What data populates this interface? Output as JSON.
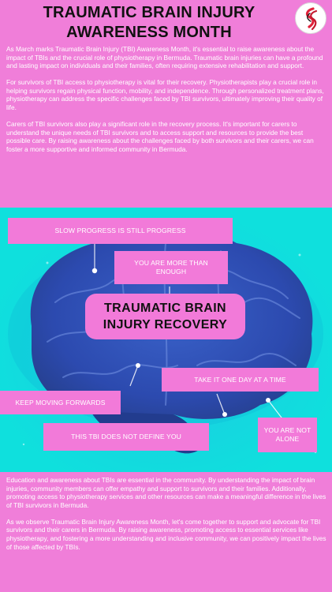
{
  "header": {
    "title_line1": "TRAUMATIC BRAIN INJURY",
    "title_line2": "AWARENESS MONTH",
    "logo_icon": "ribbon-logo-icon"
  },
  "intro": {
    "p1": "As March marks Traumatic Brain Injury (TBI) Awareness Month, it's essential to raise awareness about the impact of TBIs and the crucial role of physiotherapy in Bermuda. Traumatic brain injuries can have a profound and lasting impact on individuals and their families, often requiring extensive rehabilitation and support.",
    "p2": "For survivors of TBI access to physiotherapy is vital for their recovery. Physiotherapists play a crucial role in helping survivors regain physical function, mobility, and independence. Through personalized treatment plans, physiotherapy can address the specific challenges faced by TBI survivors, ultimately improving their quality of life.",
    "p3": "Carers of TBI survivors also play a significant role in the recovery process. It's important for carers to understand the unique needs of TBI survivors and to access support and resources to provide the best possible care. By raising awareness about the challenges faced by both survivors and their carers, we can foster a more supportive and informed community in Bermuda."
  },
  "hero": {
    "center_line1": "TRAUMATIC BRAIN",
    "center_line2": "INJURY RECOVERY",
    "chips": {
      "slow_progress": "SLOW PROGRESS IS STILL PROGRESS",
      "more_than_enough_1": "YOU ARE MORE THAN",
      "more_than_enough_2": "ENOUGH",
      "one_day": "TAKE IT ONE DAY AT A TIME",
      "keep_moving": "KEEP MOVING FORWARDS",
      "not_define": "THIS TBI DOES NOT DEFINE YOU",
      "not_alone_1": "YOU ARE NOT",
      "not_alone_2": "ALONE"
    }
  },
  "outro": {
    "p1": "Education and awareness about TBIs are essential in the community. By understanding the impact of brain injuries, community members can offer empathy and support to survivors and their families. Additionally, promoting access to physiotherapy services and other resources can make a meaningful difference in the lives of TBI survivors in Bermuda.",
    "p2": "As we observe Traumatic Brain Injury Awareness Month, let's come together to support and advocate for TBI survivors and their carers in Bermuda. By raising awareness, promoting access to essential services like physiotherapy, and fostering a more understanding and inclusive community, we can positively impact the lives of those affected by TBIs."
  },
  "colors": {
    "background": "#f07ed9",
    "chip": "#f27ad9",
    "hero": "#14dfe0",
    "brain": "#2f4fb8"
  }
}
